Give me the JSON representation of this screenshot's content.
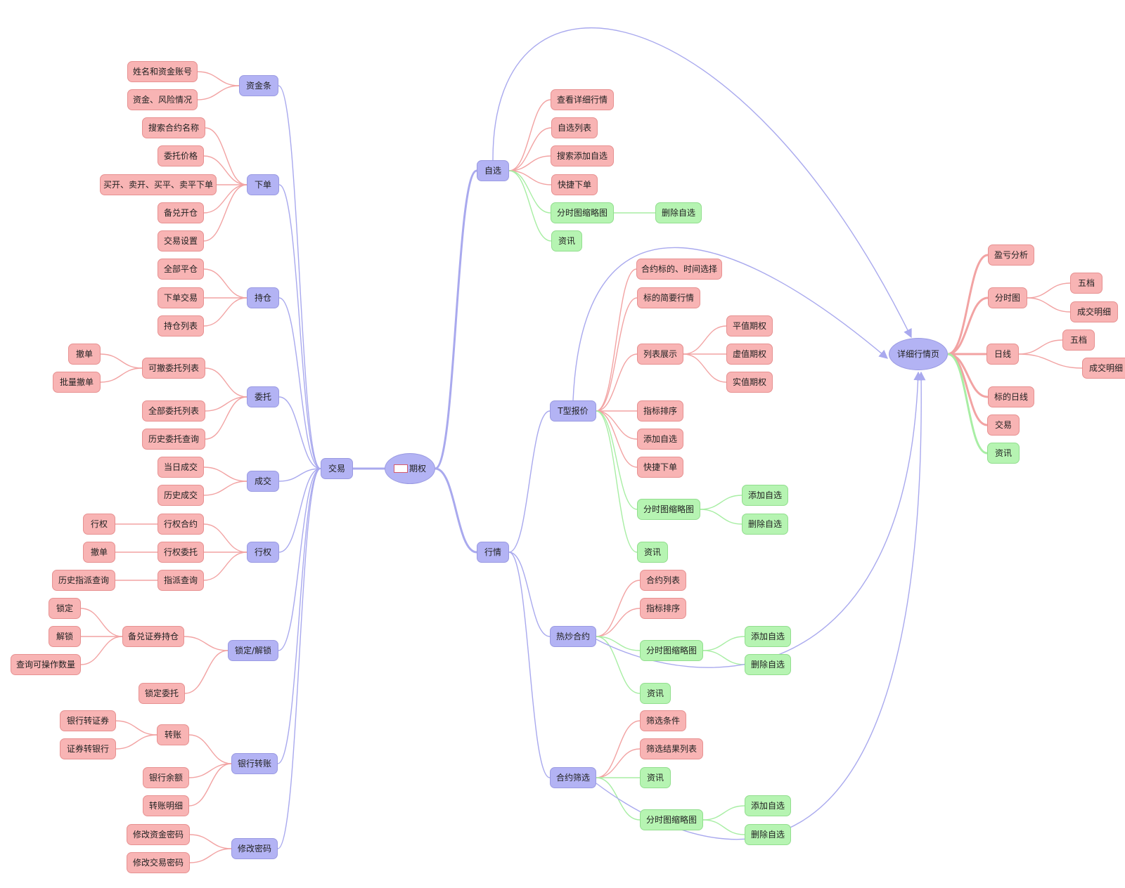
{
  "colors": {
    "pink": "#f8b4b4",
    "blue": "#b3b3f4",
    "green": "#b6f4b2",
    "edge_pink": "#f2a3a3",
    "edge_blue": "#a9a9ee",
    "edge_green": "#a8eea4"
  },
  "nodes": {
    "root": "期权",
    "trade": "交易",
    "zijintiao": "资金条",
    "xiadan": "下单",
    "chicang": "持仓",
    "weituo": "委托",
    "chengjiao": "成交",
    "xingquan": "行权",
    "suoding": "锁定/解锁",
    "yinhang": "银行转账",
    "mima": "修改密码",
    "n_name": "姓名和资金账号",
    "n_fund": "资金、风险情况",
    "n_search": "搜索合约名称",
    "n_price": "委托价格",
    "n_buysell": "买开、卖开、买平、卖平下单",
    "n_beidui": "备兑开仓",
    "n_tset": "交易设置",
    "n_allclose": "全部平仓",
    "n_order": "下单交易",
    "n_poslist": "持仓列表",
    "n_cancelable": "可撤委托列表",
    "n_chedan1": "撤单",
    "n_batch": "批量撤单",
    "n_allorders": "全部委托列表",
    "n_historders": "历史委托查询",
    "n_today": "当日成交",
    "n_histdeal": "历史成交",
    "n_xqhy": "行权合约",
    "n_xq": "行权",
    "n_xqwt": "行权委托",
    "n_chedan2": "撤单",
    "n_zpcx": "指派查询",
    "n_lszp": "历史指派查询",
    "n_bdzq": "备兑证券持仓",
    "n_lock": "锁定",
    "n_unlock": "解锁",
    "n_query": "查询可操作数量",
    "n_lockwt": "锁定委托",
    "n_transfer": "转账",
    "n_b2s": "银行转证券",
    "n_s2b": "证券转银行",
    "n_balance": "银行余额",
    "n_detail": "转账明细",
    "n_fundpwd": "修改资金密码",
    "n_tradepwd": "修改交易密码",
    "zixuan": "自选",
    "z_detail": "查看详细行情",
    "z_list": "自选列表",
    "z_searchadd": "搜索添加自选",
    "z_quick": "快捷下单",
    "z_thumb": "分时图缩略图",
    "z_del": "删除自选",
    "z_news": "资讯",
    "hangqing": "行情",
    "tquote": "T型报价",
    "t_sel": "合约标的、时间选择",
    "t_brief": "标的简要行情",
    "t_list": "列表展示",
    "t_ping": "平值期权",
    "t_xu": "虚值期权",
    "t_shi": "实值期权",
    "t_rank": "指标排序",
    "t_add": "添加自选",
    "t_quick": "快捷下单",
    "t_thumb": "分时图缩略图",
    "t_thumb_add": "添加自选",
    "t_thumb_del": "删除自选",
    "t_news": "资讯",
    "hot": "热炒合约",
    "h_list": "合约列表",
    "h_rank": "指标排序",
    "h_thumb": "分时图缩略图",
    "h_add": "添加自选",
    "h_del": "删除自选",
    "h_news": "资讯",
    "filter": "合约筛选",
    "f_cond": "筛选条件",
    "f_result": "筛选结果列表",
    "f_news": "资讯",
    "f_thumb": "分时图缩略图",
    "f_add": "添加自选",
    "f_del": "删除自选",
    "detail": "详细行情页",
    "d_pnl": "盈亏分析",
    "d_fenshi": "分时图",
    "d_wudang1": "五档",
    "d_deal1": "成交明细",
    "d_daily": "日线",
    "d_wudang2": "五档",
    "d_deal2": "成交明细",
    "d_udaily": "标的日线",
    "d_trade": "交易",
    "d_news": "资讯"
  },
  "edges": [
    [
      "root",
      "trade",
      "blue"
    ],
    [
      "root",
      "zixuan",
      "blue"
    ],
    [
      "root",
      "hangqing",
      "blue"
    ],
    [
      "trade",
      "zijintiao",
      "blue"
    ],
    [
      "trade",
      "xiadan",
      "blue"
    ],
    [
      "trade",
      "chicang",
      "blue"
    ],
    [
      "trade",
      "weituo",
      "blue"
    ],
    [
      "trade",
      "chengjiao",
      "blue"
    ],
    [
      "trade",
      "xingquan",
      "blue"
    ],
    [
      "trade",
      "suoding",
      "blue"
    ],
    [
      "trade",
      "yinhang",
      "blue"
    ],
    [
      "trade",
      "mima",
      "blue"
    ],
    [
      "zijintiao",
      "n_name",
      "pink"
    ],
    [
      "zijintiao",
      "n_fund",
      "pink"
    ],
    [
      "xiadan",
      "n_search",
      "pink"
    ],
    [
      "xiadan",
      "n_price",
      "pink"
    ],
    [
      "xiadan",
      "n_buysell",
      "pink"
    ],
    [
      "xiadan",
      "n_beidui",
      "pink"
    ],
    [
      "xiadan",
      "n_tset",
      "pink"
    ],
    [
      "chicang",
      "n_allclose",
      "pink"
    ],
    [
      "chicang",
      "n_order",
      "pink"
    ],
    [
      "chicang",
      "n_poslist",
      "pink"
    ],
    [
      "weituo",
      "n_cancelable",
      "pink"
    ],
    [
      "n_cancelable",
      "n_chedan1",
      "pink"
    ],
    [
      "n_cancelable",
      "n_batch",
      "pink"
    ],
    [
      "weituo",
      "n_allorders",
      "pink"
    ],
    [
      "weituo",
      "n_historders",
      "pink"
    ],
    [
      "chengjiao",
      "n_today",
      "pink"
    ],
    [
      "chengjiao",
      "n_histdeal",
      "pink"
    ],
    [
      "xingquan",
      "n_xqhy",
      "pink"
    ],
    [
      "n_xqhy",
      "n_xq",
      "pink"
    ],
    [
      "xingquan",
      "n_xqwt",
      "pink"
    ],
    [
      "n_xqwt",
      "n_chedan2",
      "pink"
    ],
    [
      "xingquan",
      "n_zpcx",
      "pink"
    ],
    [
      "n_zpcx",
      "n_lszp",
      "pink"
    ],
    [
      "suoding",
      "n_bdzq",
      "pink"
    ],
    [
      "n_bdzq",
      "n_lock",
      "pink"
    ],
    [
      "n_bdzq",
      "n_unlock",
      "pink"
    ],
    [
      "n_bdzq",
      "n_query",
      "pink"
    ],
    [
      "suoding",
      "n_lockwt",
      "pink"
    ],
    [
      "yinhang",
      "n_transfer",
      "pink"
    ],
    [
      "n_transfer",
      "n_b2s",
      "pink"
    ],
    [
      "n_transfer",
      "n_s2b",
      "pink"
    ],
    [
      "yinhang",
      "n_balance",
      "pink"
    ],
    [
      "yinhang",
      "n_detail",
      "pink"
    ],
    [
      "mima",
      "n_fundpwd",
      "pink"
    ],
    [
      "mima",
      "n_tradepwd",
      "pink"
    ],
    [
      "zixuan",
      "z_detail",
      "pink"
    ],
    [
      "zixuan",
      "z_list",
      "pink"
    ],
    [
      "zixuan",
      "z_searchadd",
      "pink"
    ],
    [
      "zixuan",
      "z_quick",
      "pink"
    ],
    [
      "zixuan",
      "z_thumb",
      "green"
    ],
    [
      "z_thumb",
      "z_del",
      "green"
    ],
    [
      "zixuan",
      "z_news",
      "green"
    ],
    [
      "hangqing",
      "tquote",
      "blue"
    ],
    [
      "hangqing",
      "hot",
      "blue"
    ],
    [
      "hangqing",
      "filter",
      "blue"
    ],
    [
      "tquote",
      "t_sel",
      "pink"
    ],
    [
      "tquote",
      "t_brief",
      "pink"
    ],
    [
      "tquote",
      "t_list",
      "pink"
    ],
    [
      "t_list",
      "t_ping",
      "pink"
    ],
    [
      "t_list",
      "t_xu",
      "pink"
    ],
    [
      "t_list",
      "t_shi",
      "pink"
    ],
    [
      "tquote",
      "t_rank",
      "pink"
    ],
    [
      "tquote",
      "t_add",
      "pink"
    ],
    [
      "tquote",
      "t_quick",
      "pink"
    ],
    [
      "tquote",
      "t_thumb",
      "green"
    ],
    [
      "t_thumb",
      "t_thumb_add",
      "green"
    ],
    [
      "t_thumb",
      "t_thumb_del",
      "green"
    ],
    [
      "tquote",
      "t_news",
      "green"
    ],
    [
      "hot",
      "h_list",
      "pink"
    ],
    [
      "hot",
      "h_rank",
      "pink"
    ],
    [
      "hot",
      "h_thumb",
      "green"
    ],
    [
      "h_thumb",
      "h_add",
      "green"
    ],
    [
      "h_thumb",
      "h_del",
      "green"
    ],
    [
      "hot",
      "h_news",
      "green"
    ],
    [
      "filter",
      "f_cond",
      "pink"
    ],
    [
      "filter",
      "f_result",
      "pink"
    ],
    [
      "filter",
      "f_news",
      "green"
    ],
    [
      "filter",
      "f_thumb",
      "green"
    ],
    [
      "f_thumb",
      "f_add",
      "green"
    ],
    [
      "f_thumb",
      "f_del",
      "green"
    ],
    [
      "detail",
      "d_pnl",
      "pink"
    ],
    [
      "detail",
      "d_fenshi",
      "pink"
    ],
    [
      "d_fenshi",
      "d_wudang1",
      "pink"
    ],
    [
      "d_fenshi",
      "d_deal1",
      "pink"
    ],
    [
      "detail",
      "d_daily",
      "pink"
    ],
    [
      "d_daily",
      "d_wudang2",
      "pink"
    ],
    [
      "d_daily",
      "d_deal2",
      "pink"
    ],
    [
      "detail",
      "d_udaily",
      "pink"
    ],
    [
      "detail",
      "d_trade",
      "pink"
    ],
    [
      "detail",
      "d_news",
      "green"
    ]
  ],
  "links": [
    [
      "zixuan",
      "detail"
    ],
    [
      "tquote",
      "detail"
    ],
    [
      "hot",
      "detail"
    ],
    [
      "filter",
      "detail"
    ]
  ]
}
